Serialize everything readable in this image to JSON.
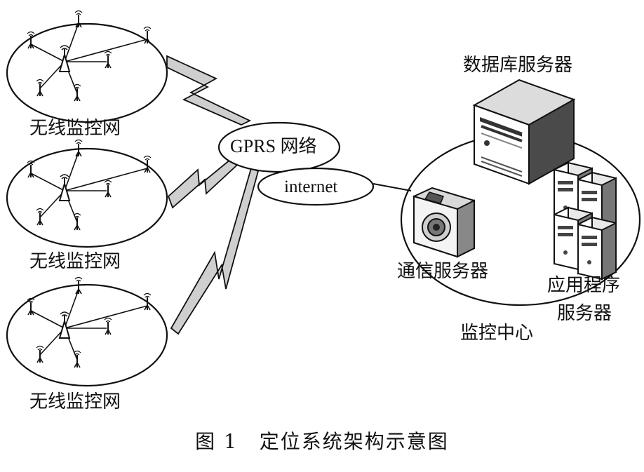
{
  "diagram": {
    "wireless_networks": [
      {
        "label": "无线监控网"
      },
      {
        "label": "无线监控网"
      },
      {
        "label": "无线监控网"
      }
    ],
    "gprs_label": "GPRS 网络",
    "internet_label": "internet",
    "servers": {
      "database": "数据库服务器",
      "communication": "通信服务器",
      "application_line1": "应用程序",
      "application_line2": "服务器"
    },
    "center_label": "监控中心"
  },
  "caption": {
    "figure_number": "图 1",
    "title": "定位系统架构示意图"
  }
}
